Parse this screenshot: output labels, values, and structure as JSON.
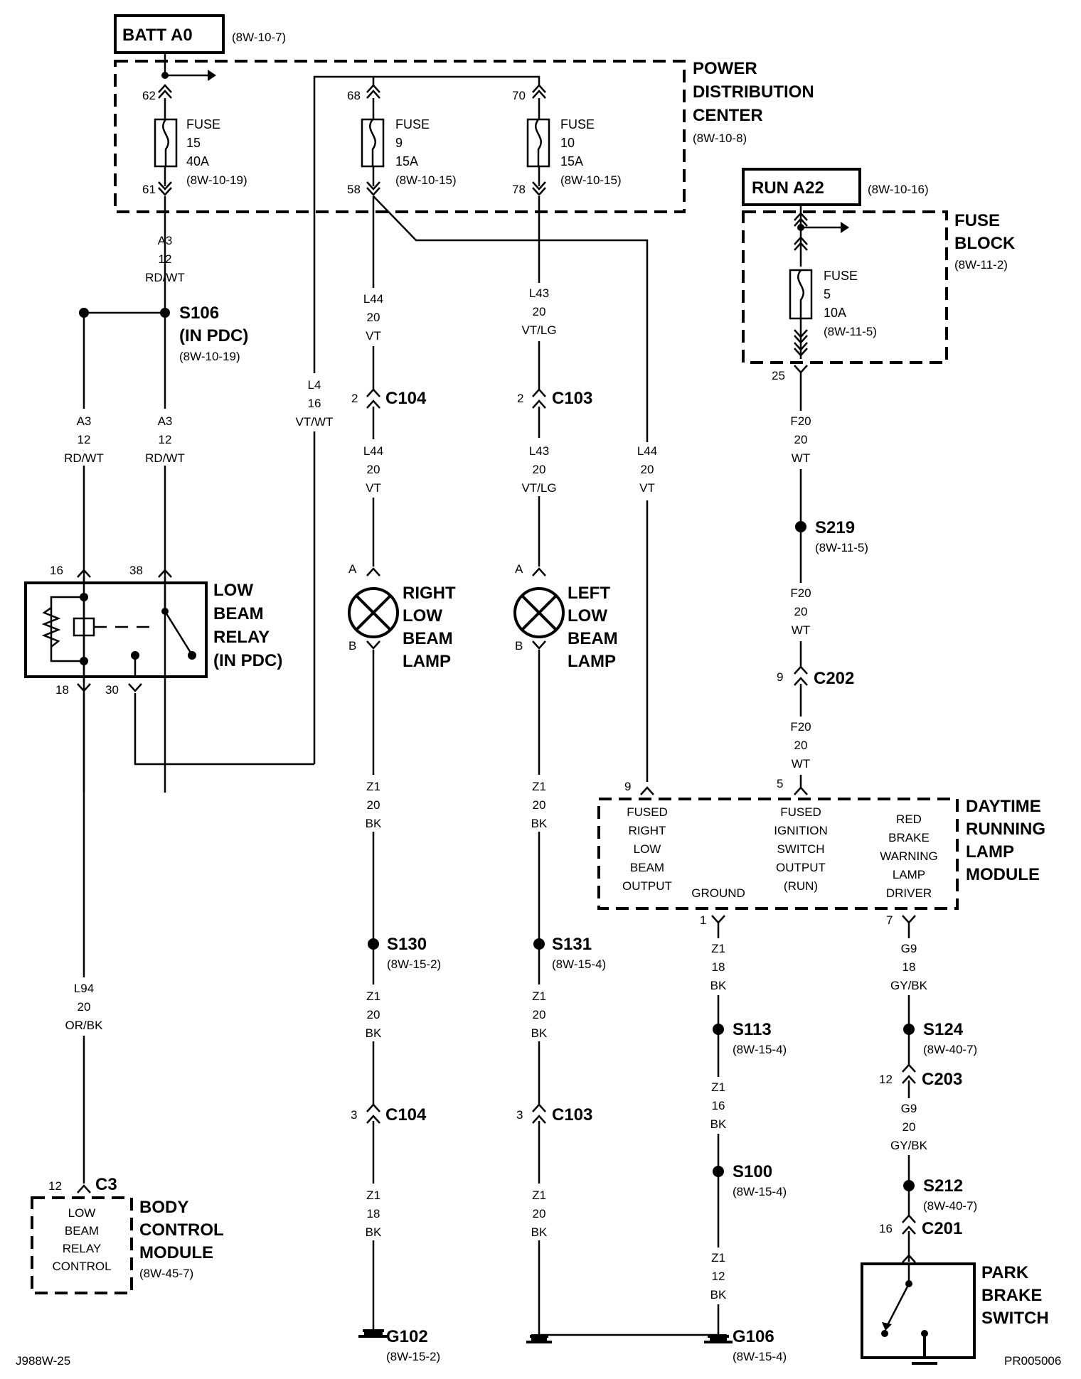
{
  "batt": {
    "label": "BATT A0",
    "ref": "(8W-10-7)"
  },
  "pdc": {
    "l1": "POWER",
    "l2": "DISTRIBUTION",
    "l3": "CENTER",
    "ref": "(8W-10-8)"
  },
  "fuse15": {
    "a": "FUSE",
    "b": "15",
    "c": "40A",
    "ref": "(8W-10-19)",
    "pin_top": "62",
    "pin_bot": "61"
  },
  "fuse9": {
    "a": "FUSE",
    "b": "9",
    "c": "15A",
    "ref": "(8W-10-15)",
    "pin_top": "68",
    "pin_bot": "58"
  },
  "fuse10": {
    "a": "FUSE",
    "b": "10",
    "c": "15A",
    "ref": "(8W-10-15)",
    "pin_top": "70",
    "pin_bot": "78"
  },
  "run": {
    "label": "RUN A22",
    "ref": "(8W-10-16)"
  },
  "fuseblock": {
    "l1": "FUSE",
    "l2": "BLOCK",
    "ref": "(8W-11-2)"
  },
  "fuse5": {
    "a": "FUSE",
    "b": "5",
    "c": "10A",
    "ref": "(8W-11-5)",
    "pin": "25"
  },
  "wire_a3": {
    "c": "A3",
    "g": "12",
    "col": "RD/WT"
  },
  "s106": {
    "name": "S106",
    "sub": "(IN PDC)",
    "ref": "(8W-10-19)"
  },
  "wire_l4": {
    "c": "L4",
    "g": "16",
    "col": "VT/WT"
  },
  "wire_l44": {
    "c": "L44",
    "g": "20",
    "col": "VT"
  },
  "wire_l43": {
    "c": "L43",
    "g": "20",
    "col": "VT/LG"
  },
  "wire_f20": {
    "c": "F20",
    "g": "20",
    "col": "WT"
  },
  "c104a": {
    "pin": "2",
    "name": "C104"
  },
  "c103a": {
    "pin": "2",
    "name": "C103"
  },
  "s219": {
    "name": "S219",
    "ref": "(8W-11-5)"
  },
  "relay": {
    "l1": "LOW",
    "l2": "BEAM",
    "l3": "RELAY",
    "l4": "(IN PDC)",
    "p16": "16",
    "p38": "38",
    "p18": "18",
    "p30": "30"
  },
  "rlamp": {
    "l1": "RIGHT",
    "l2": "LOW",
    "l3": "BEAM",
    "l4": "LAMP",
    "a": "A",
    "b": "B"
  },
  "llamp": {
    "l1": "LEFT",
    "l2": "LOW",
    "l3": "BEAM",
    "l4": "LAMP",
    "a": "A",
    "b": "B"
  },
  "c202": {
    "pin": "9",
    "name": "C202"
  },
  "drl": {
    "l1": "DAYTIME",
    "l2": "RUNNING",
    "l3": "LAMP",
    "l4": "MODULE",
    "p9": "9",
    "p5": "5",
    "p1": "1",
    "p7": "7",
    "o1": "FUSED",
    "o2": "RIGHT",
    "o3": "LOW",
    "o4": "BEAM",
    "o5": "OUTPUT",
    "i1": "FUSED",
    "i2": "IGNITION",
    "i3": "SWITCH",
    "i4": "OUTPUT",
    "i5": "(RUN)",
    "r1": "RED",
    "r2": "BRAKE",
    "r3": "WARNING",
    "r4": "LAMP",
    "r5": "DRIVER",
    "gnd": "GROUND"
  },
  "wire_z1_20": {
    "c": "Z1",
    "g": "20",
    "col": "BK"
  },
  "wire_z1_18": {
    "c": "Z1",
    "g": "18",
    "col": "BK"
  },
  "wire_z1_16": {
    "c": "Z1",
    "g": "16",
    "col": "BK"
  },
  "wire_z1_12": {
    "c": "Z1",
    "g": "12",
    "col": "BK"
  },
  "wire_g9_18": {
    "c": "G9",
    "g": "18",
    "col": "GY/BK"
  },
  "wire_g9_20": {
    "c": "G9",
    "g": "20",
    "col": "GY/BK"
  },
  "wire_l94": {
    "c": "L94",
    "g": "20",
    "col": "OR/BK"
  },
  "s130": {
    "name": "S130",
    "ref": "(8W-15-2)"
  },
  "s131": {
    "name": "S131",
    "ref": "(8W-15-4)"
  },
  "s113": {
    "name": "S113",
    "ref": "(8W-15-4)"
  },
  "s124": {
    "name": "S124",
    "ref": "(8W-40-7)"
  },
  "s100": {
    "name": "S100",
    "ref": "(8W-15-4)"
  },
  "s212": {
    "name": "S212",
    "ref": "(8W-40-7)"
  },
  "c104b": {
    "pin": "3",
    "name": "C104"
  },
  "c103b": {
    "pin": "3",
    "name": "C103"
  },
  "c203": {
    "pin": "12",
    "name": "C203"
  },
  "c201": {
    "pin": "16",
    "name": "C201"
  },
  "bcm": {
    "pin": "12",
    "conn": "C3",
    "i1": "LOW",
    "i2": "BEAM",
    "i3": "RELAY",
    "i4": "CONTROL",
    "l1": "BODY",
    "l2": "CONTROL",
    "l3": "MODULE",
    "ref": "(8W-45-7)"
  },
  "g102": {
    "name": "G102",
    "ref": "(8W-15-2)"
  },
  "g106": {
    "name": "G106",
    "ref": "(8W-15-4)"
  },
  "pbs": {
    "l1": "PARK",
    "l2": "BRAKE",
    "l3": "SWITCH"
  },
  "footer": {
    "left": "J988W-25",
    "right": "PR005006"
  }
}
